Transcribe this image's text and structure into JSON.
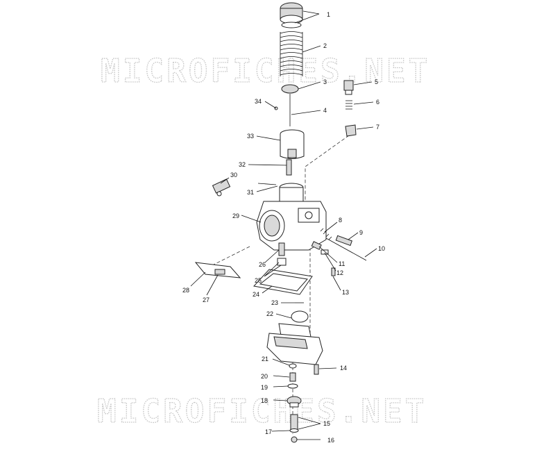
{
  "watermark": "MICROFICHES.NET",
  "callouts": [
    "1",
    "2",
    "3",
    "4",
    "5",
    "6",
    "7",
    "8",
    "9",
    "10",
    "11",
    "12",
    "13",
    "14",
    "15",
    "16",
    "17",
    "18",
    "19",
    "20",
    "21",
    "22",
    "23",
    "24",
    "25",
    "26",
    "27",
    "28",
    "29",
    "30",
    "31",
    "32",
    "33",
    "34"
  ],
  "colors": {
    "ink": "#222222",
    "watermark": "#c6c6c6",
    "background": "#ffffff"
  }
}
